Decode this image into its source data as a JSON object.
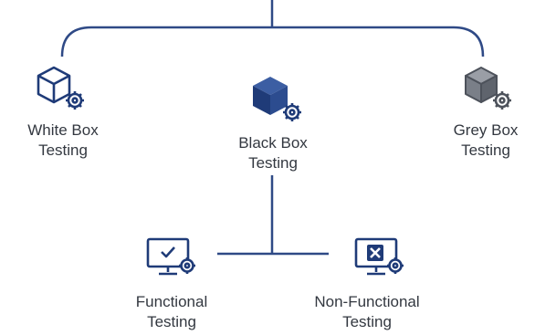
{
  "colors": {
    "line": "#2f4a86",
    "icon_blue": "#1f3b78",
    "icon_grey": "#6b7079",
    "text": "#333840"
  },
  "nodes": {
    "white_box": {
      "line1": "White Box",
      "line2": "Testing",
      "icon": "cube-outline-gear-icon"
    },
    "black_box": {
      "line1": "Black Box",
      "line2": "Testing",
      "icon": "cube-solid-gear-icon"
    },
    "grey_box": {
      "line1": "Grey Box",
      "line2": "Testing",
      "icon": "cube-grey-gear-icon"
    },
    "functional": {
      "line1": "Functional",
      "line2": "Testing",
      "icon": "monitor-check-gear-icon"
    },
    "non_functional": {
      "line1": "Non-Functional",
      "line2": "Testing",
      "icon": "monitor-cross-gear-icon"
    }
  }
}
